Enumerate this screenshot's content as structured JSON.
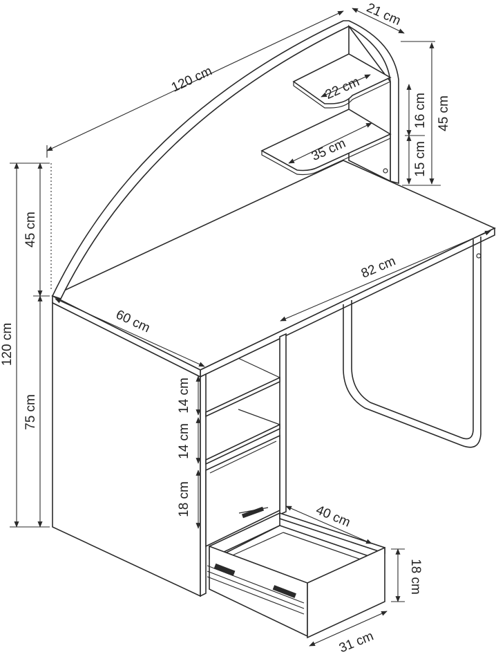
{
  "labels": {
    "overall_width": "120 cm",
    "hutch_depth": "21 cm",
    "upper_shelf_width": "22 cm",
    "lower_shelf_width": "35 cm",
    "upper_shelf_gap": "16 cm",
    "lower_shelf_gap": "15 cm",
    "hutch_height": "45 cm",
    "left_hutch_height": "45 cm",
    "overall_height": "120 cm",
    "desk_height": "75 cm",
    "desk_depth": "60 cm",
    "desk_top_span": "82 cm",
    "shelf_one_height": "14 cm",
    "shelf_two_height": "14 cm",
    "drawer_front_height": "18 cm",
    "drawer_depth": "40 cm",
    "drawer_height": "18 cm",
    "drawer_width": "31 cm"
  },
  "colors": {
    "line": "#2a2a2a",
    "background": "#ffffff"
  }
}
